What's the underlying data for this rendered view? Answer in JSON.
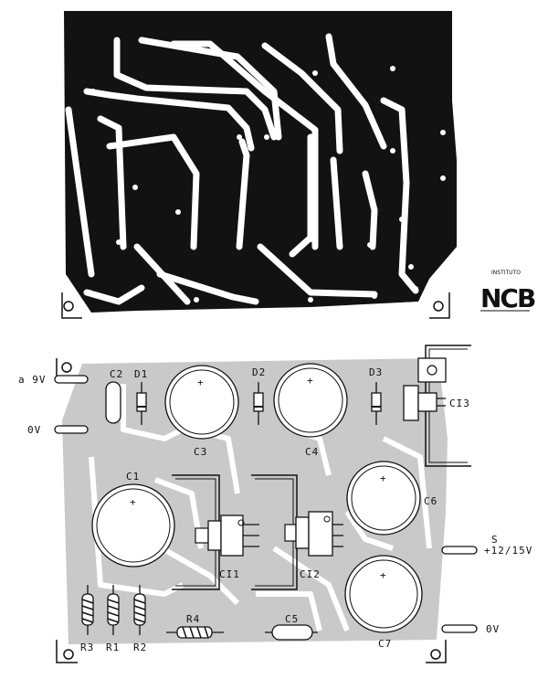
{
  "colors": {
    "copper": "#121212",
    "board": "#c9c9c9",
    "ink": "#111111",
    "paper": "#ffffff"
  },
  "logo": {
    "top_text": "INSTITUTO",
    "main_text": "NCB"
  },
  "components": {
    "c1": "C1",
    "c2": "C2",
    "c3": "C3",
    "c4": "C4",
    "c5": "C5",
    "c6": "C6",
    "c7": "C7",
    "d1": "D1",
    "d2": "D2",
    "d3": "D3",
    "r1": "R1",
    "r2": "R2",
    "r3": "R3",
    "r4": "R4",
    "ci1": "CI1",
    "ci2": "CI2",
    "ci3": "CI3"
  },
  "terminals": {
    "in_9v": "a 9V",
    "in_0v": "0V",
    "out_s": "S",
    "out_voltage": "+12/15V",
    "out_0v": "0V"
  }
}
